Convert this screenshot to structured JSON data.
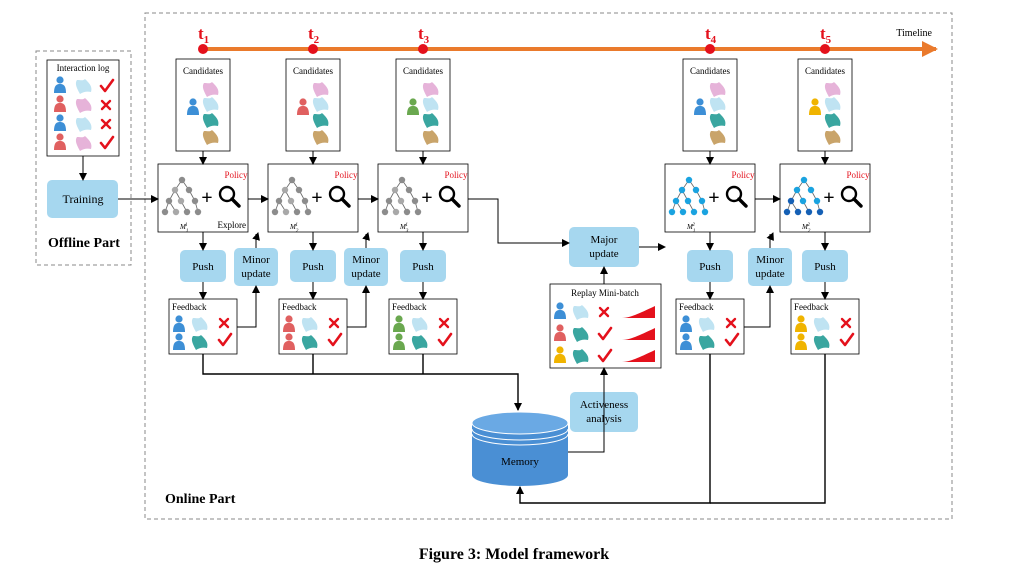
{
  "timeline": {
    "label": "Timeline",
    "points": [
      {
        "t": "t",
        "sub": "1"
      },
      {
        "t": "t",
        "sub": "2"
      },
      {
        "t": "t",
        "sub": "3"
      },
      {
        "t": "t",
        "sub": "4"
      },
      {
        "t": "t",
        "sub": "5"
      }
    ]
  },
  "offline": {
    "title": "Offline Part",
    "log_title": "Interaction log",
    "training": "Training"
  },
  "online": {
    "title": "Online Part",
    "candidates": "Candidates",
    "policy": "Policy",
    "explore": "Explore",
    "push": "Push",
    "minor_update": [
      "Minor",
      "update"
    ],
    "major_update": [
      "Major",
      "update"
    ],
    "feedback": "Feedback",
    "replay": "Replay Mini-batch",
    "activeness": [
      "Activeness",
      "analysis"
    ],
    "memory": "Memory",
    "model_labels": [
      {
        "base": "M",
        "sup": "1",
        "sub": "1"
      },
      {
        "base": "M",
        "sup": "1",
        "sub": "2"
      },
      {
        "base": "M",
        "sup": "1",
        "sub": "3"
      },
      {
        "base": "M",
        "sup": "2",
        "sub": "1"
      },
      {
        "base": "M",
        "sup": "2",
        "sub": "2"
      }
    ]
  },
  "caption": "Figure 3: Model framework",
  "colors": {
    "timeline": "#ea7a2c",
    "box_fill": "#a6d7ef",
    "memory": "#4a8fd4",
    "red": "#e4111c",
    "user_blue": "#3d8fd6",
    "user_red": "#e06060",
    "user_green": "#6aa84f",
    "user_yellow": "#f0b400",
    "item_pink": "#e6b3d9",
    "item_lightblue": "#bfe3f2",
    "item_teal": "#3aa6a0",
    "item_tan": "#c9a46a",
    "tree_gray": "#8c8c8c",
    "tree_blue_light": "#1aa3e0",
    "tree_blue_dark": "#1560b5"
  }
}
